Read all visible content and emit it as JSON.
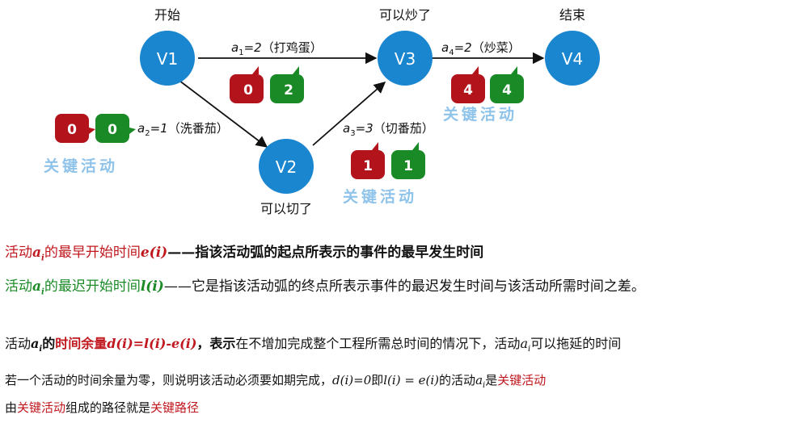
{
  "diagram": {
    "nodes": [
      {
        "id": "V1",
        "caption": "开始"
      },
      {
        "id": "V2",
        "caption": "可以切了"
      },
      {
        "id": "V3",
        "caption": "可以炒了"
      },
      {
        "id": "V4",
        "caption": "结束"
      }
    ],
    "edges": [
      {
        "a": "a",
        "sub": "1",
        "eq": "=2",
        "desc": "（打鸡蛋）",
        "e": "0",
        "l": "2"
      },
      {
        "a": "a",
        "sub": "2",
        "eq": "=1",
        "desc": "（洗番茄）",
        "e": "0",
        "l": "0"
      },
      {
        "a": "a",
        "sub": "3",
        "eq": "=3",
        "desc": "（切番茄）",
        "e": "1",
        "l": "1"
      },
      {
        "a": "a",
        "sub": "4",
        "eq": "=2",
        "desc": "（炒菜）",
        "e": "4",
        "l": "4"
      }
    ],
    "critical_tag": "关键活动",
    "colors": {
      "node": "#1a86d0",
      "early": "#b3141c",
      "late": "#1a8a26",
      "tag": "#8fc3ea"
    }
  },
  "text": {
    "l1_prefix": "活动",
    "l1_a": "a",
    "l1_i": "i",
    "l1_mid": "的最早开始时间",
    "l1_func": "e(i)",
    "l1_dash": "——",
    "l1_rest": "指该活动弧的起点所表示的事件的最早发生时间",
    "l2_prefix": "活动",
    "l2_a": "a",
    "l2_i": "i",
    "l2_mid": "的最迟开始时间",
    "l2_func": "l(i)",
    "l2_dash": "——",
    "l2_rest": "它是指该活动弧的终点所表示事件的最迟发生时间与该活动所需时间之差。",
    "l3_prefix": "活动",
    "l3_a": "a",
    "l3_i": "i",
    "l3_de": "的",
    "l3_term": "时间余量",
    "l3_formula": "d(i)=l(i)-e(i)",
    "l3_comma": "，",
    "l3_biao": "表示",
    "l3_rest": "在不增加完成整个工程所需总时间的情况下，活动",
    "l3_a2": "a",
    "l3_i2": "i",
    "l3_end": "可以拖延的时间",
    "l4_a": "若一个活动的时间余量为零，则说明该活动必须要如期完成，",
    "l4_f1": "d(i)=0",
    "l4_ji": "即",
    "l4_f2": "l(i) = e(i)",
    "l4_b": "的活动",
    "l4_a2": "a",
    "l4_i2": "i",
    "l4_shi": "是",
    "l4_key": "关键活动",
    "l5_you": "由",
    "l5_key": "关键活动",
    "l5_mid": "组成的路径就是",
    "l5_path": "关键路径"
  }
}
